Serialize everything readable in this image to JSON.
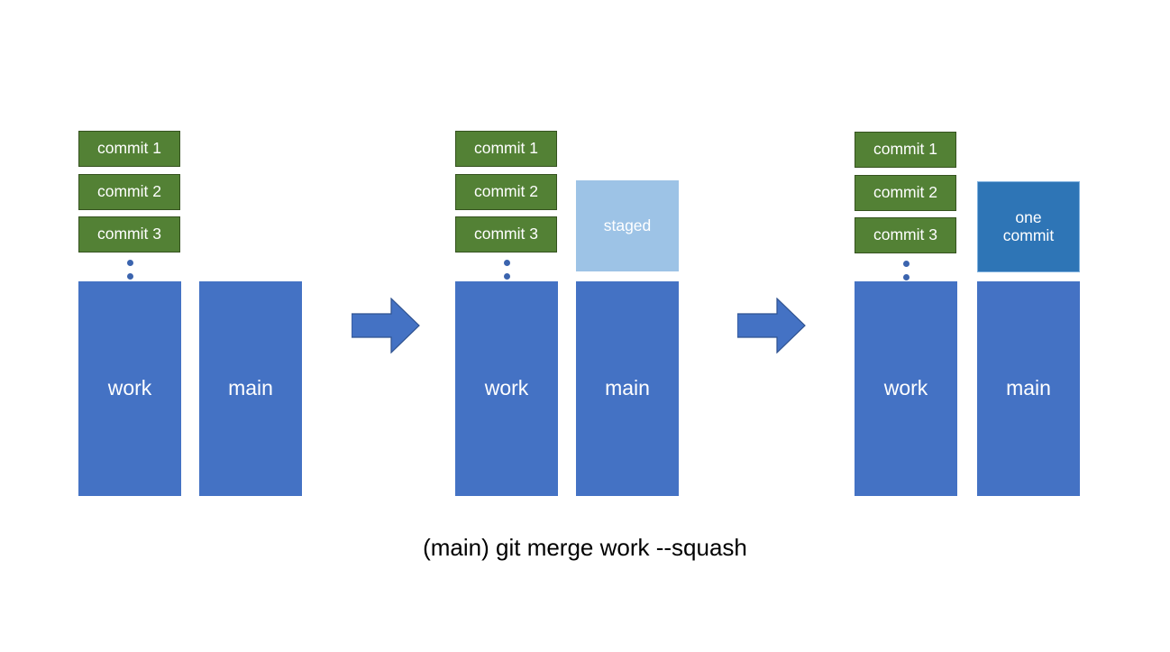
{
  "diagram": {
    "title_caption": "(main) git merge work --squash",
    "background_color": "#ffffff",
    "colors": {
      "commit_green": "#538135",
      "commit_green_border": "#35521f",
      "branch_blue": "#4472c4",
      "staged_light_blue": "#9dc3e6",
      "one_commit_blue": "#2e75b6",
      "one_commit_border": "#7fb1df",
      "dot_blue": "#3b64ae",
      "arrow_fill": "#4472c4",
      "arrow_border": "#2f528f",
      "text_on_shape": "#ffffff",
      "caption_text": "#000000"
    },
    "panels": [
      {
        "id": "before",
        "commits": [
          "commit 1",
          "commit 2",
          "commit 3"
        ],
        "ellipsis_dots": 2,
        "work_label": "work",
        "main_label": "main",
        "extra_box": null
      },
      {
        "id": "staged",
        "commits": [
          "commit 1",
          "commit 2",
          "commit 3"
        ],
        "ellipsis_dots": 2,
        "work_label": "work",
        "main_label": "main",
        "extra_box": {
          "label": "staged",
          "kind": "staged-box"
        }
      },
      {
        "id": "after",
        "commits": [
          "commit 1",
          "commit 2",
          "commit 3"
        ],
        "ellipsis_dots": 2,
        "work_label": "work",
        "main_label": "main",
        "extra_box": {
          "label_line1": "one",
          "label_line2": "commit",
          "kind": "one-commit-box"
        }
      }
    ],
    "arrows": [
      {
        "id": "arrow-1",
        "direction": "right"
      },
      {
        "id": "arrow-2",
        "direction": "right"
      }
    ]
  }
}
